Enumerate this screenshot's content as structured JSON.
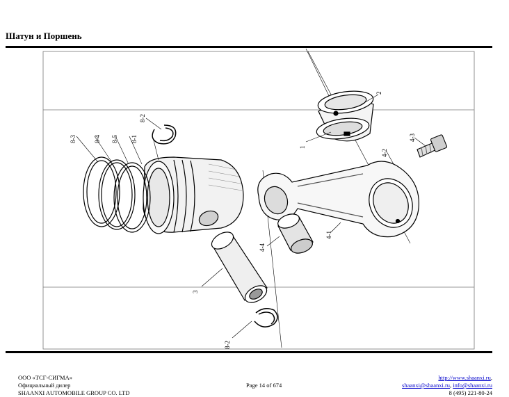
{
  "header": {
    "title": "Шатун и Поршень"
  },
  "callouts": {
    "p1": "1",
    "p2": "2",
    "p3": "3",
    "p4_1": "4-1",
    "p4_2": "4-2",
    "p4_3": "4-3",
    "p4_4": "4-4",
    "p8_1": "8-1",
    "p8_2_top": "8-2",
    "p8_2_bottom": "8-2",
    "p8_3": "8-3",
    "p8_4": "8-4",
    "p8_5": "8-5"
  },
  "footer": {
    "company": "ООО «ТСГ-СИГМА»",
    "dealer": "Официальный дилер",
    "group": "SHAANXI AUTOMOBILE GROUP CO. LTD",
    "page": "Page 14 of 674",
    "website": "http://www.shaanxi.ru",
    "email1": "shaanxi@shaanxi.ru",
    "email2": "info@shaanxi.ru",
    "phone": "8 (495) 221-80-24"
  }
}
